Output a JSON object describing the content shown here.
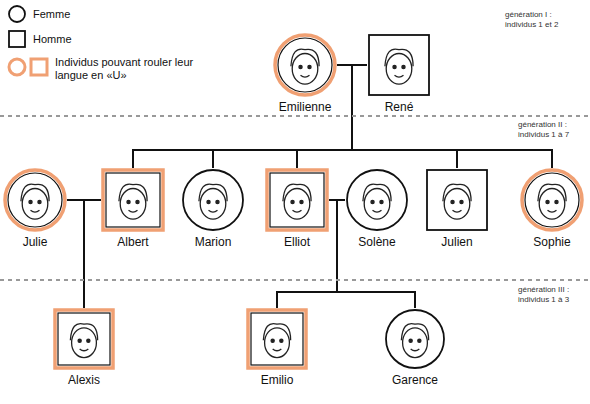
{
  "diagram": {
    "nodes": [
      {
        "text": [
          "Emilienne"
        ]
      },
      {
        "text": [
          "René"
        ]
      },
      {
        "text": [
          "Julie"
        ]
      },
      {
        "text": [
          "Albert"
        ]
      },
      {
        "text": [
          "Marion"
        ]
      },
      {
        "text": [
          "Elliot"
        ]
      },
      {
        "text": [
          "Solène"
        ]
      },
      {
        "text": [
          "Julien"
        ]
      },
      {
        "text": [
          "Sophie"
        ]
      },
      {
        "text": [
          "Alexis"
        ]
      },
      {
        "text": [
          "Emilio"
        ]
      },
      {
        "text": [
          "Garence"
        ]
      }
    ],
    "edges": [
      {
        "from": 0,
        "to": 1,
        "arrow": "none"
      },
      {
        "from": 0,
        "to": 3,
        "arrow": "none"
      },
      {
        "from": 1,
        "to": 3,
        "arrow": "none"
      },
      {
        "from": 0,
        "to": 4,
        "arrow": "none"
      },
      {
        "from": 1,
        "to": 4,
        "arrow": "none"
      },
      {
        "from": 0,
        "to": 5,
        "arrow": "none"
      },
      {
        "from": 1,
        "to": 5,
        "arrow": "none"
      },
      {
        "from": 0,
        "to": 7,
        "arrow": "none"
      },
      {
        "from": 1,
        "to": 7,
        "arrow": "none"
      },
      {
        "from": 0,
        "to": 8,
        "arrow": "none"
      },
      {
        "from": 1,
        "to": 8,
        "arrow": "none"
      },
      {
        "from": 2,
        "to": 3,
        "arrow": "none"
      },
      {
        "from": 2,
        "to": 9,
        "arrow": "none"
      },
      {
        "from": 3,
        "to": 9,
        "arrow": "none"
      },
      {
        "from": 5,
        "to": 6,
        "arrow": "none"
      },
      {
        "from": 5,
        "to": 10,
        "arrow": "none"
      },
      {
        "from": 6,
        "to": 10,
        "arrow": "none"
      },
      {
        "from": 5,
        "to": 11,
        "arrow": "none"
      },
      {
        "from": 6,
        "to": 11,
        "arrow": "none"
      }
    ],
    "labels": [
      "génération I : individus 1 et 2",
      "génération II : individus 1 à 7",
      "génération III : individus 1 à 3"
    ],
    "legend": [
      {
        "text": "Femme"
      },
      {
        "text": "Homme"
      },
      {
        "text": "Individus pouvant rouler leur langue en «U»"
      }
    ]
  }
}
